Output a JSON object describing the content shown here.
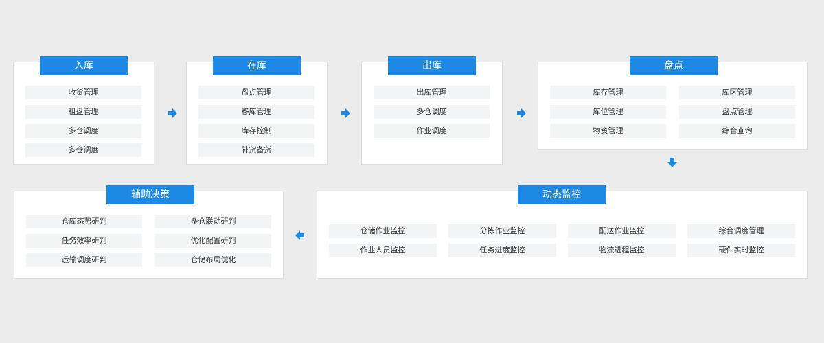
{
  "colors": {
    "accent": "#1e88e5",
    "item_bg": "#f2f4f6",
    "card_bg": "#ffffff",
    "page_bg": "#ececec"
  },
  "modules": {
    "inbound": {
      "title": "入库",
      "items": [
        "收货管理",
        "租盘管理",
        "多仓调度",
        "多仓调度"
      ]
    },
    "instock": {
      "title": "在库",
      "items": [
        "盘点管理",
        "移库管理",
        "库存控制",
        "补货备货"
      ]
    },
    "outbound": {
      "title": "出库",
      "items": [
        "出库管理",
        "多仓调度",
        "作业调度"
      ]
    },
    "inventory": {
      "title": "盘点",
      "items": [
        "库存管理",
        "库区管理",
        "库位管理",
        "盘点管理",
        "物资管理",
        "综合查询"
      ]
    },
    "monitor": {
      "title": "动态监控",
      "items": [
        "仓储作业监控",
        "分拣作业监控",
        "配送作业监控",
        "综合调度管理",
        "作业人员监控",
        "任务进度监控",
        "物流进程监控",
        "硬件实时监控"
      ]
    },
    "decision": {
      "title": "辅助决策",
      "items": [
        "仓库态势研判",
        "多仓联动研判",
        "任务效率研判",
        "优化配置研判",
        "运输调度研判",
        "仓储布局优化"
      ]
    }
  },
  "arrows": [
    {
      "name": "arrow-inbound-to-instock",
      "direction": "right"
    },
    {
      "name": "arrow-instock-to-outbound",
      "direction": "right"
    },
    {
      "name": "arrow-outbound-to-inventory",
      "direction": "right"
    },
    {
      "name": "arrow-inventory-to-monitor",
      "direction": "down"
    },
    {
      "name": "arrow-monitor-to-decision",
      "direction": "left"
    }
  ]
}
